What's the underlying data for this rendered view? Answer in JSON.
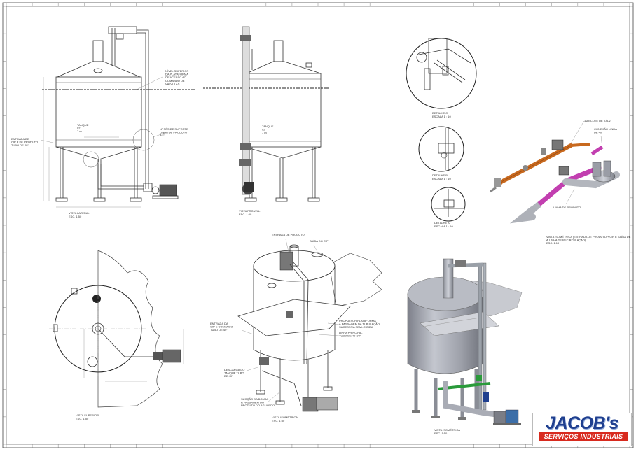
{
  "drawing": {
    "views": {
      "lateral": {
        "title": "VISTA LATERAL",
        "scale": "ESC. 1:50",
        "tank_label": "TANQUE\n02\n7 m",
        "callouts": [
          "NÍVEL SUPERIOR\nDA PLATAFORMA\nDE ACESSO AO\nCOMANDO DE\nVÁLVULAS",
          "ENTRADA DE\nCIP E DE PRODUTO\nTUBO DE 40\"",
          "N° PÉS DE SUPORTE\nLINHA DE PRODUTO\n3/4\""
        ]
      },
      "frontal": {
        "title": "VISTA FRONTAL",
        "scale": "ESC. 1:50",
        "tank_label": "TANQUE\n02\n7 m"
      },
      "top": {
        "title": "VISTA SUPERIOR",
        "scale": "ESC. 1:50"
      },
      "details": [
        {
          "title": "DETALHE C",
          "scale": "ESCALA 1 : 10"
        },
        {
          "title": "DETALHE B",
          "scale": "ESCALA 1 : 10"
        },
        {
          "title": "DETALHE A",
          "scale": "ESCALA 1 : 10"
        }
      ],
      "piping_iso": {
        "caption": "VISTA ISOMÉTRICA (ENTRADA DE PRODUTO + CIP E SAÍDA DE\nÁ LINHA DE RECIRCULAÇÃO)\nESC. 1:10",
        "callouts": [
          "CABEÇOTE DE VÁLV.",
          "CONEXÃO LINHA\nDE 40",
          "LINHA DE PRODUTO"
        ]
      },
      "iso_section": {
        "title": "VISTA ISOMÉTRICA",
        "scale": "ESC. 1:50",
        "callouts": [
          "ENTRADA DE PRODUTO",
          "SAÍDA DO CIP",
          "ENTRADA DA\nCIP E COMANDO\nTUBO DE 40\"",
          "PROPULSOR PLATAFORMA\nÁ PASSAGEM DA TUBULAÇÃO\nSUCESSIVA SEMI-RÍGIDA",
          "LINHA PRINCIPAL\nTUBO DE 40 3/4\"",
          "DESCARGA DO\nTANQUE TUBO\nDE 40\"",
          "SUCÇÃO DA BOMBA\nÁ PASSAGEM DO\nPRODUTO DO AGUARDO"
        ]
      },
      "iso_render": {
        "title": "VISTA ISOMÉTRICA",
        "scale": "ESC. 1:50"
      }
    }
  },
  "logo": {
    "name": "JACOB's",
    "tagline": "SERVIÇOS INDUSTRIAIS"
  },
  "colors": {
    "line": "#333333",
    "pipe_orange": "#c8691e",
    "pipe_magenta": "#c23fb0",
    "tank_steel": "#a9acb5",
    "pipe_green": "#2a9a3a",
    "logo_blue": "#1f3f8f",
    "logo_red": "#d82a1e"
  }
}
